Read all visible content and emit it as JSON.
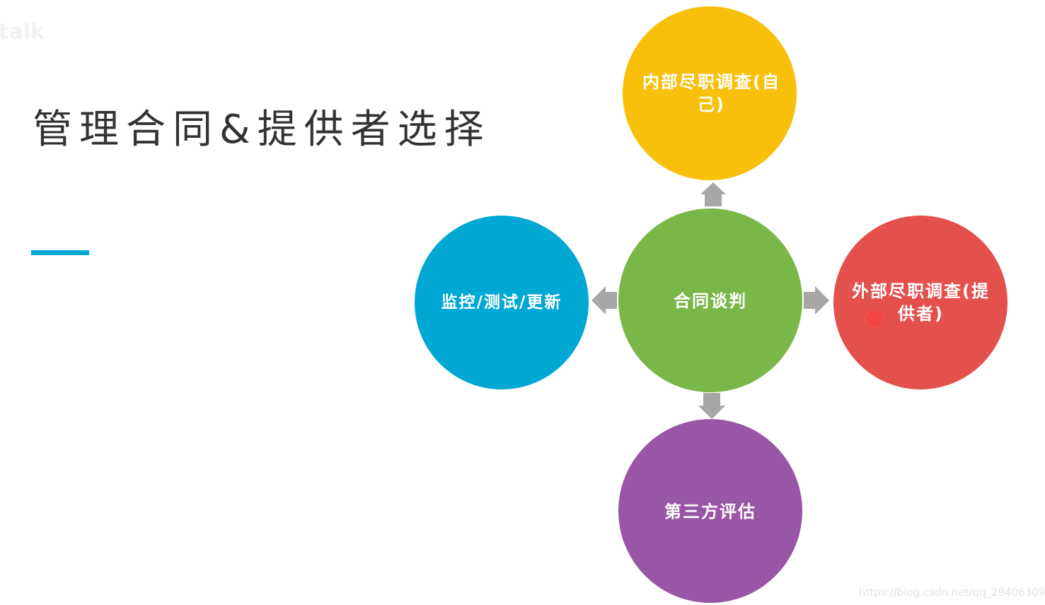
{
  "corner_text": "talk",
  "title": "管理合同&提供者选择",
  "nodes": {
    "center": {
      "label": "合同谈判",
      "color": "#7ab648"
    },
    "top": {
      "label": "内部尽职调查(自己)",
      "color": "#f8c00a"
    },
    "right": {
      "label": "外部尽职调查(提供者)",
      "color": "#e4504b"
    },
    "bottom": {
      "label": "第三方评估",
      "color": "#9a56a6"
    },
    "left": {
      "label": "监控/测试/更新",
      "color": "#00a8d3"
    }
  },
  "accent_color": "#00a9d4",
  "arrow_color": "#a6a6a6",
  "watermark": "https://blog.csdn.net/qq_29406309"
}
